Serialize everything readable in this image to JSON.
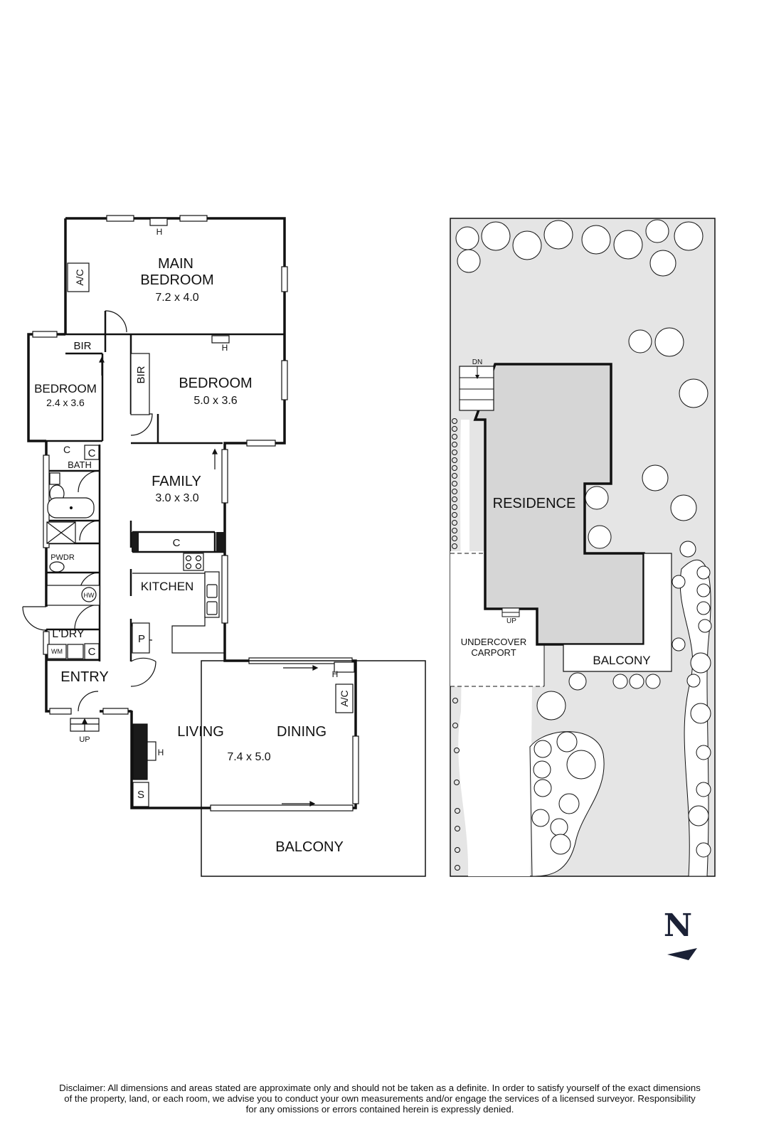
{
  "floorplan": {
    "rooms": {
      "main_bedroom": {
        "name_line1": "MAIN",
        "name_line2": "BEDROOM",
        "size": "7.2 x 4.0"
      },
      "bedroom2": {
        "name": "BEDROOM",
        "size": "5.0 x 3.6"
      },
      "bedroom3": {
        "name": "BEDROOM",
        "size": "2.4 x 3.6"
      },
      "family": {
        "name": "FAMILY",
        "size": "3.0 x 3.0"
      },
      "kitchen": {
        "name": "KITCHEN"
      },
      "living": {
        "name": "LIVING"
      },
      "dining": {
        "name": "DINING"
      },
      "living_dining_size": "7.4 x 5.0",
      "entry": {
        "name": "ENTRY"
      },
      "laundry": {
        "name": "L'DRY"
      },
      "bath": {
        "name": "BATH"
      },
      "powder": {
        "name": "PWDR"
      },
      "balcony": {
        "name": "BALCONY"
      }
    },
    "fixtures": {
      "heater": "H",
      "air_conditioner": "A/C",
      "built_in_robe": "BIR",
      "cupboard": "C",
      "pantry": "P",
      "storage": "S",
      "hot_water": "HW",
      "washing_machine": "WM",
      "up": "UP"
    }
  },
  "siteplan": {
    "residence": "RESIDENCE",
    "carport_line1": "UNDERCOVER",
    "carport_line2": "CARPORT",
    "balcony": "BALCONY",
    "down": "DN",
    "up": "UP"
  },
  "compass": {
    "north": "N"
  },
  "disclaimer": {
    "line1": "Disclaimer: All dimensions and areas stated are approximate only and should not be taken as a definite. In order to satisfy yourself of the exact dimensions",
    "line2": "of the property, land, or each room, we advise you to conduct your own measurements and/or engage the services of a licensed surveyor. Responsibility",
    "line3": "for any omissions or errors contained herein is expressly denied."
  },
  "colors": {
    "wall": "#111111",
    "site_fill": "#e5e5e5",
    "dark_accent": "#1a1a1a",
    "compass": "#1b2136"
  }
}
